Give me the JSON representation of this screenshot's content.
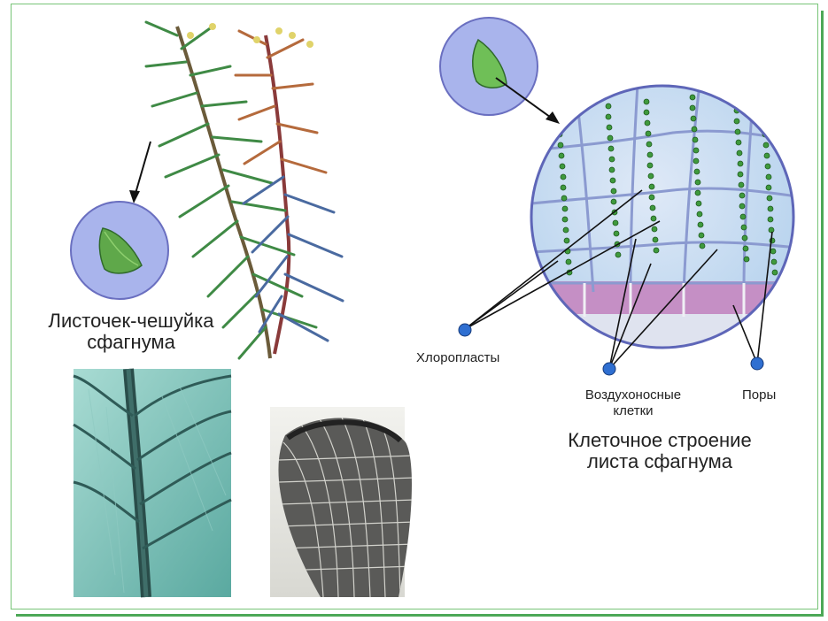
{
  "labels": {
    "scale_leaf": "Листочек-чешуйка\nсфагнума",
    "chloroplasts": "Хлоропласты",
    "air_cells": "Воздухоносные\nклетки",
    "pores": "Поры",
    "cell_structure": "Клеточное строение\nлиста сфагнума"
  },
  "colors": {
    "frame": "#77c477",
    "frame_shadow": "#2f9a3a",
    "circle_fill": "#a9b4ec",
    "leaf_green": "#5fa84a",
    "cell_blue": "#cfe3f3",
    "chloro_green": "#3f9a3d",
    "pink_cells": "#c58fc5",
    "photo_teal": "#6fb8ad",
    "marker_blue": "#2f6fd1"
  }
}
